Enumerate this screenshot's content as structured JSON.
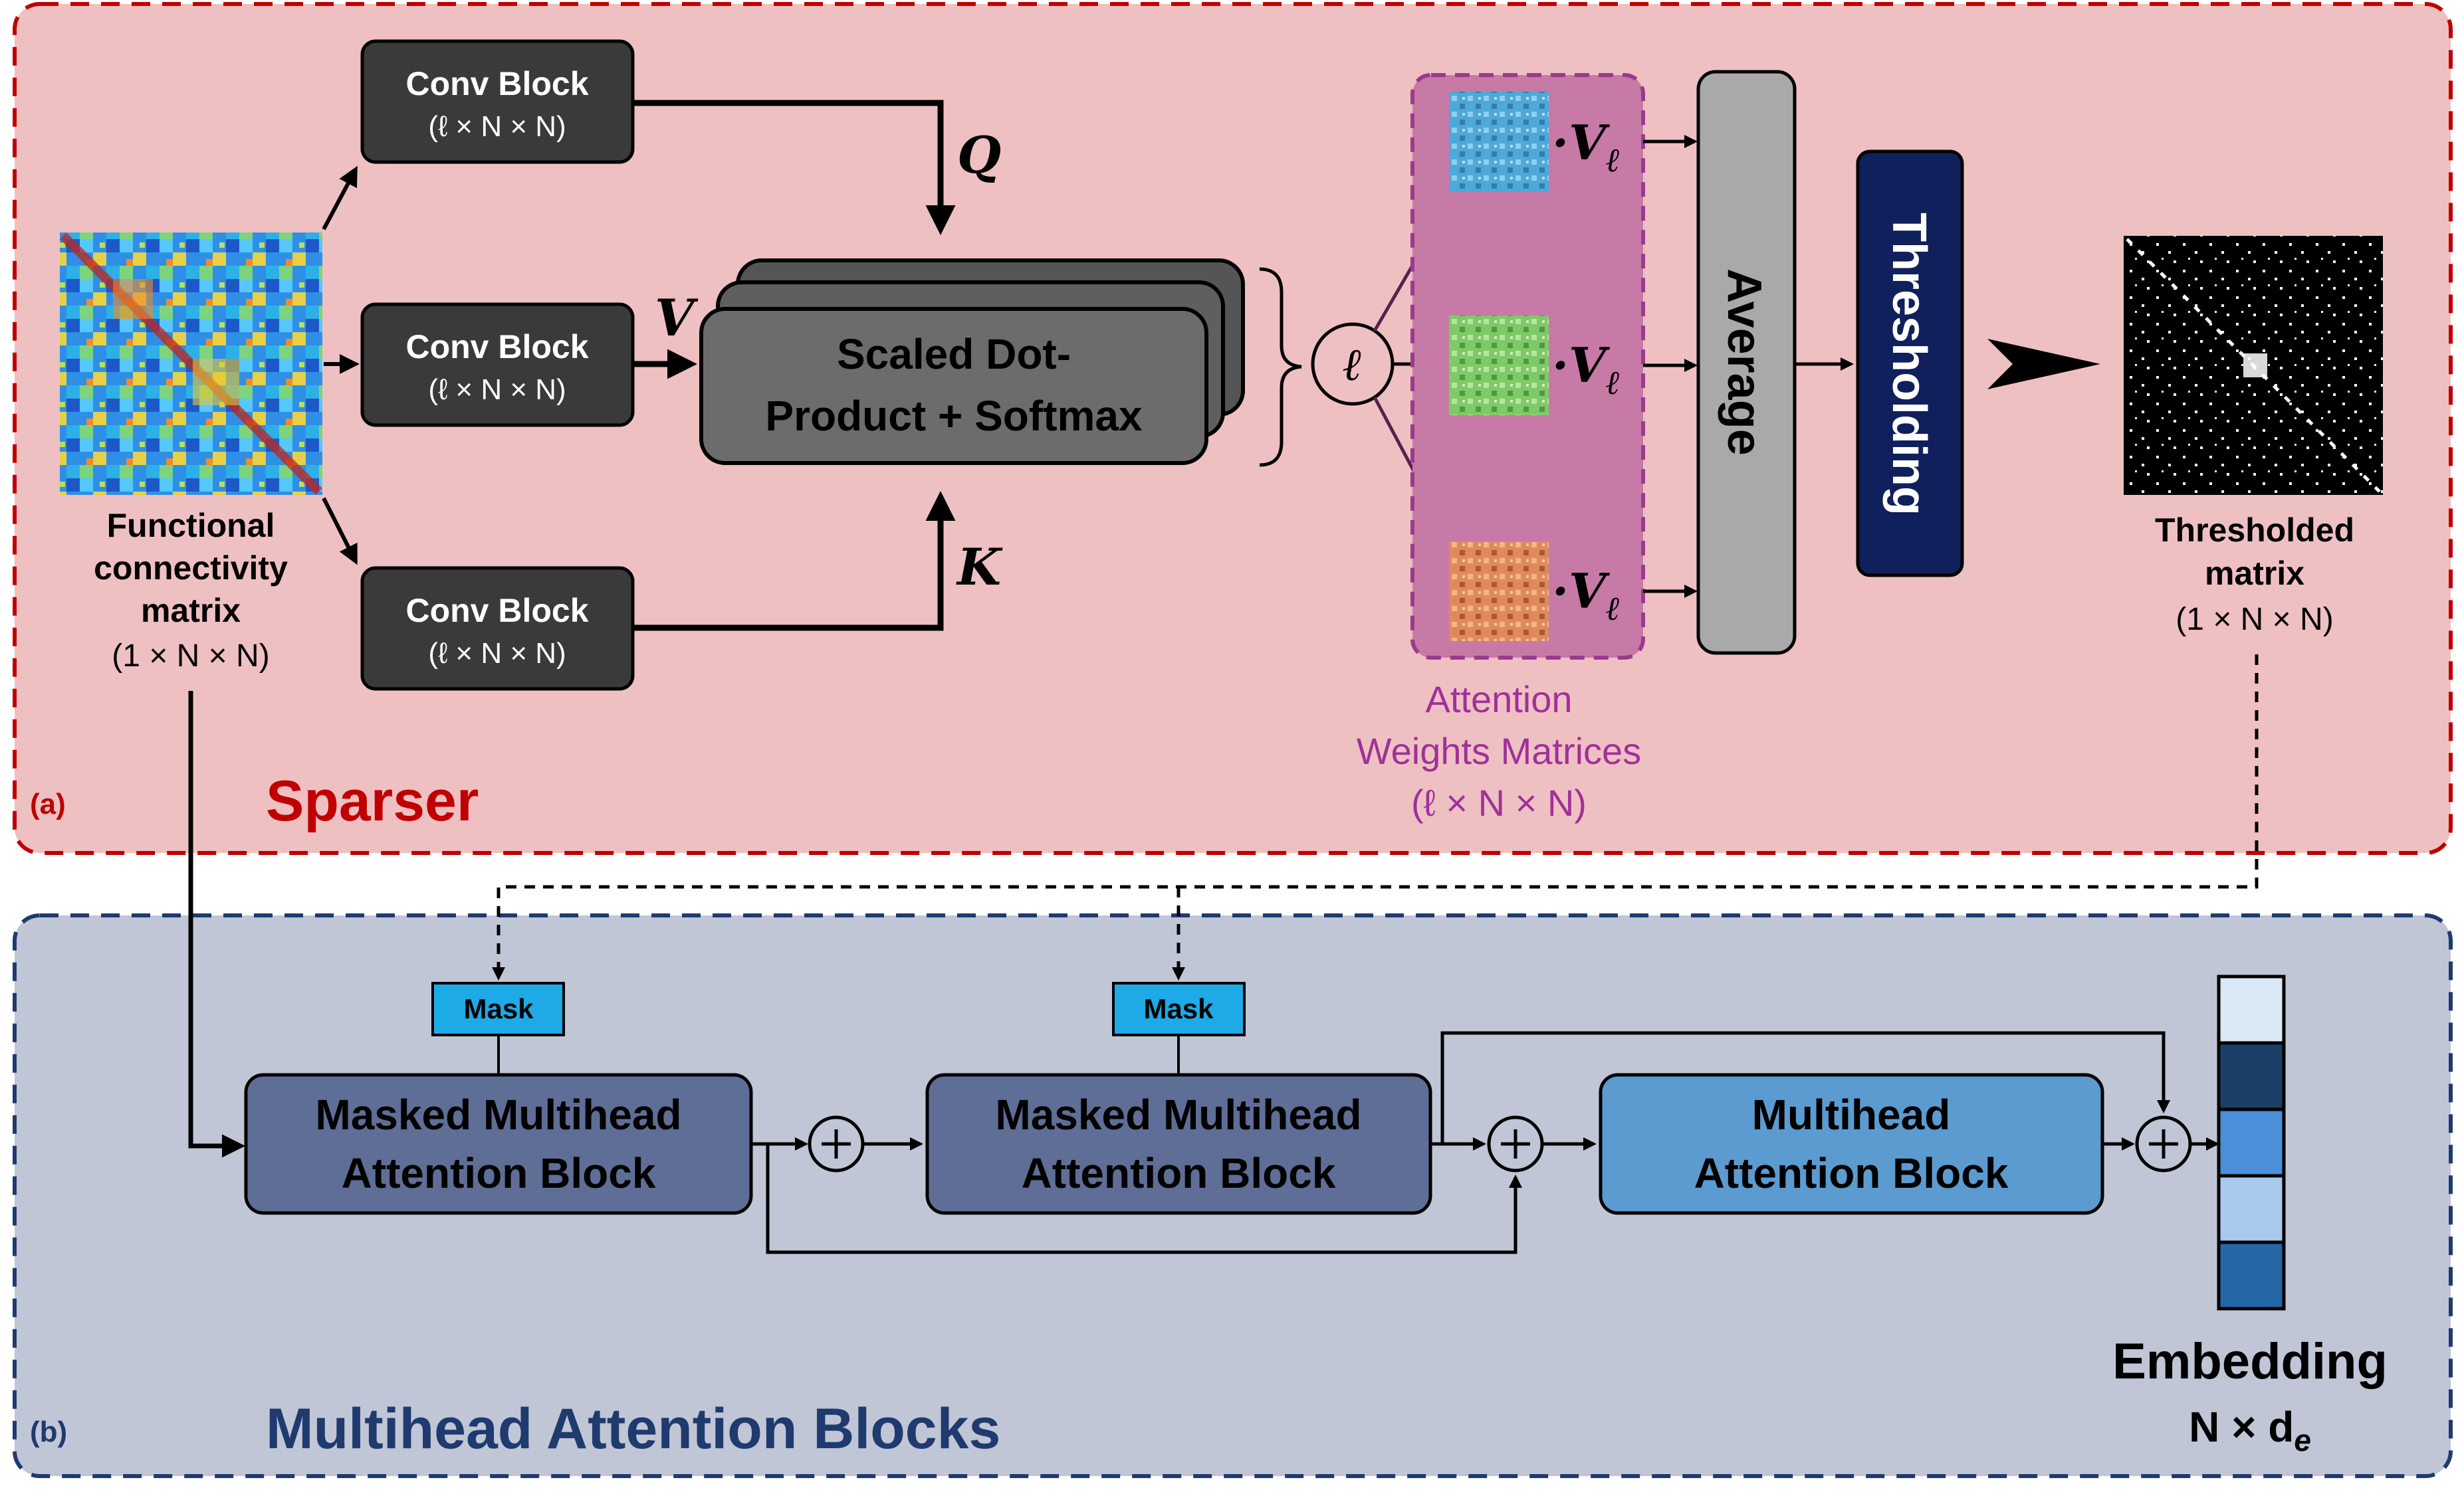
{
  "sections": {
    "a": {
      "tag": "(a)",
      "title": "Sparser",
      "color": "#c00000"
    },
    "b": {
      "tag": "(b)",
      "title": "Multihead Attention Blocks",
      "color": "#1f3a6e"
    }
  },
  "input": {
    "label_lines": [
      "Functional",
      "connectivity",
      "matrix"
    ],
    "dims": "(1 × N × N)"
  },
  "conv_blocks": [
    {
      "title": "Conv Block",
      "dims": "(ℓ × N × N)",
      "output": "Q"
    },
    {
      "title": "Conv Block",
      "dims": "(ℓ × N × N)",
      "output": "V"
    },
    {
      "title": "Conv Block",
      "dims": "(ℓ × N × N)",
      "output": "K"
    }
  ],
  "scaled_dot": {
    "line1": "Scaled Dot-",
    "line2": "Product + Softmax"
  },
  "head_symbol": "ℓ",
  "attention": {
    "multiplier": "·V",
    "subscript": "ℓ",
    "label_lines": [
      "Attention",
      "Weights Matrices",
      "(ℓ × N × N)"
    ],
    "color": "#a0309a"
  },
  "average_label": "Average",
  "thresholding_label": "Thresholding",
  "thresholded": {
    "label_lines": [
      "Thresholded",
      "matrix"
    ],
    "dims": "(1 × N × N)"
  },
  "mask_label": "Mask",
  "mha_blocks": [
    {
      "line1": "Masked Multihead",
      "line2": "Attention Block"
    },
    {
      "line1": "Masked Multihead",
      "line2": "Attention Block"
    },
    {
      "line1": "Multihead",
      "line2": "Attention Block"
    }
  ],
  "embedding": {
    "label": "Embedding",
    "dims_main": "N × d",
    "dims_sub": "e",
    "cell_colors": [
      "#dbe8f5",
      "#1b3f66",
      "#4a8fd8",
      "#a8c9eb",
      "#2466a6"
    ]
  }
}
